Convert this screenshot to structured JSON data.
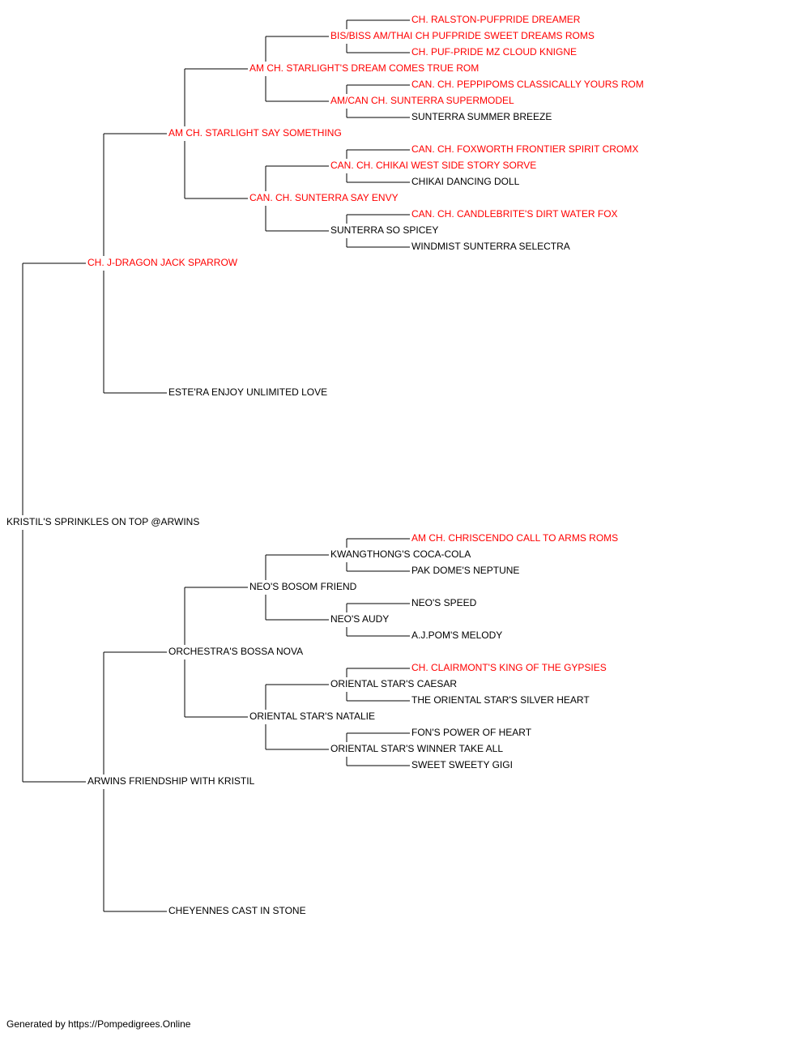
{
  "colors": {
    "champion": "#ff0000",
    "normal": "#000000",
    "line": "#000000"
  },
  "root": "KRISTIL'S SPRINKLES ON TOP @ARWINS",
  "tree": {
    "name": "KRISTIL'S SPRINKLES ON TOP @ARWINS",
    "champion": false,
    "parents": [
      {
        "name": "CH. J-DRAGON JACK SPARROW",
        "champion": true,
        "parents": [
          {
            "name": "AM CH. STARLIGHT SAY SOMETHING",
            "champion": true,
            "parents": [
              {
                "name": "AM CH. STARLIGHT'S DREAM COMES TRUE ROM",
                "champion": true,
                "parents": [
                  {
                    "name": "BIS/BISS AM/THAI CH PUFPRIDE SWEET DREAMS ROMS",
                    "champion": true,
                    "parents": [
                      {
                        "name": "CH. RALSTON-PUFPRIDE DREAMER",
                        "champion": true
                      },
                      {
                        "name": "CH. PUF-PRIDE MZ CLOUD KNIGNE",
                        "champion": true
                      }
                    ]
                  },
                  {
                    "name": "AM/CAN CH. SUNTERRA SUPERMODEL",
                    "champion": true,
                    "parents": [
                      {
                        "name": "CAN. CH. PEPPIPOMS CLASSICALLY YOURS ROM",
                        "champion": true
                      },
                      {
                        "name": "SUNTERRA SUMMER BREEZE",
                        "champion": false
                      }
                    ]
                  }
                ]
              },
              {
                "name": "CAN. CH. SUNTERRA SAY ENVY",
                "champion": true,
                "parents": [
                  {
                    "name": "CAN. CH. CHIKAI WEST SIDE STORY SORVE",
                    "champion": true,
                    "parents": [
                      {
                        "name": "CAN. CH. FOXWORTH FRONTIER SPIRIT CROMX",
                        "champion": true
                      },
                      {
                        "name": "CHIKAI DANCING DOLL",
                        "champion": false
                      }
                    ]
                  },
                  {
                    "name": "SUNTERRA SO SPICEY",
                    "champion": false,
                    "parents": [
                      {
                        "name": "CAN. CH. CANDLEBRITE'S DIRT WATER FOX",
                        "champion": true
                      },
                      {
                        "name": "WINDMIST SUNTERRA SELECTRA",
                        "champion": false
                      }
                    ]
                  }
                ]
              }
            ]
          },
          {
            "name": "ESTE'RA ENJOY UNLIMITED LOVE",
            "champion": false
          }
        ]
      },
      {
        "name": "ARWINS FRIENDSHIP WITH KRISTIL",
        "champion": false,
        "parents": [
          {
            "name": "ORCHESTRA'S BOSSA NOVA",
            "champion": false,
            "parents": [
              {
                "name": "NEO'S BOSOM FRIEND",
                "champion": false,
                "parents": [
                  {
                    "name": "KWANGTHONG'S COCA-COLA",
                    "champion": false,
                    "parents": [
                      {
                        "name": "AM CH. CHRISCENDO CALL TO ARMS ROMS",
                        "champion": true
                      },
                      {
                        "name": "PAK DOME'S NEPTUNE",
                        "champion": false
                      }
                    ]
                  },
                  {
                    "name": "NEO'S AUDY",
                    "champion": false,
                    "parents": [
                      {
                        "name": "NEO'S SPEED",
                        "champion": false
                      },
                      {
                        "name": "A.J.POM'S MELODY",
                        "champion": false
                      }
                    ]
                  }
                ]
              },
              {
                "name": "ORIENTAL STAR'S NATALIE",
                "champion": false,
                "parents": [
                  {
                    "name": "ORIENTAL STAR'S CAESAR",
                    "champion": false,
                    "parents": [
                      {
                        "name": "CH. CLAIRMONT'S KING OF THE GYPSIES",
                        "champion": true
                      },
                      {
                        "name": "THE ORIENTAL STAR'S SILVER HEART",
                        "champion": false
                      }
                    ]
                  },
                  {
                    "name": "ORIENTAL STAR'S WINNER TAKE ALL",
                    "champion": false,
                    "parents": [
                      {
                        "name": "FON'S POWER OF HEART",
                        "champion": false
                      },
                      {
                        "name": "SWEET SWEETY GIGI",
                        "champion": false
                      }
                    ]
                  }
                ]
              }
            ]
          },
          {
            "name": "CHEYENNES CAST IN STONE",
            "champion": false
          }
        ]
      }
    ]
  },
  "footer": "Generated by https://Pompedigrees.Online"
}
